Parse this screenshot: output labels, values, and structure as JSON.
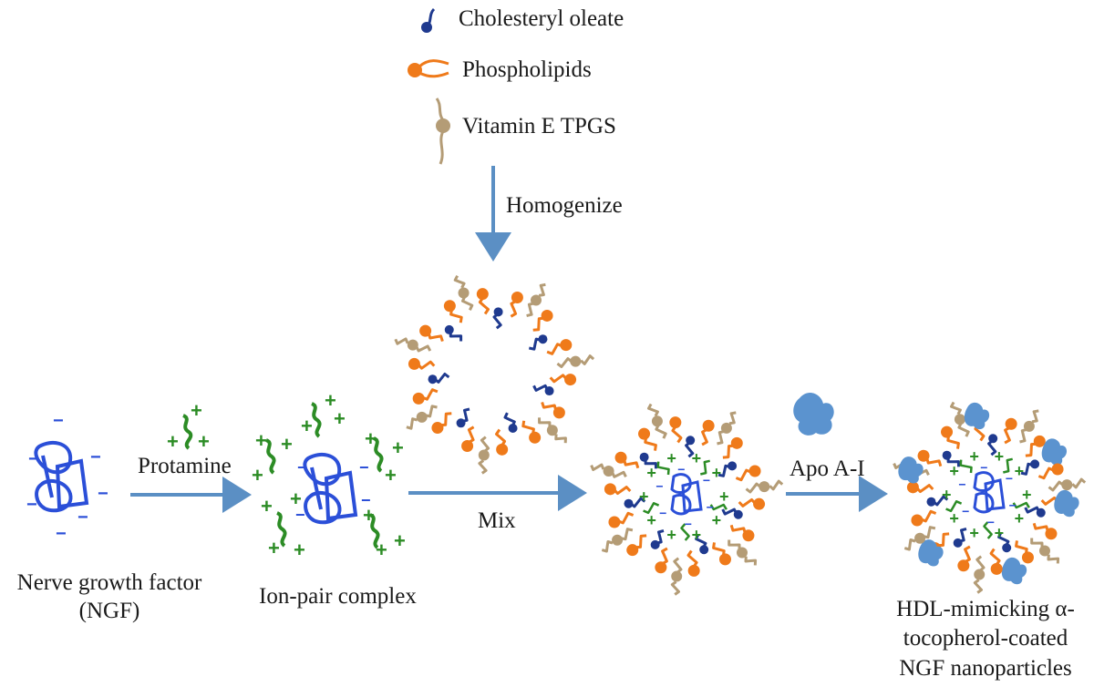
{
  "legend": [
    {
      "label": "Cholesteryl oleate",
      "icon": "cholesteryl-oleate-icon",
      "color": "#1f3a8f"
    },
    {
      "label": "Phospholipids",
      "icon": "phospholipid-icon",
      "color": "#ef7a1a"
    },
    {
      "label": "Vitamin E TPGS",
      "icon": "vitamin-e-tpgs-icon",
      "color": "#b49c76"
    }
  ],
  "steps": {
    "homogenize": "Homogenize",
    "protamine": "Protamine",
    "mix": "Mix",
    "apo": "Apo A-I"
  },
  "stages": {
    "ngf_line1": "Nerve growth factor",
    "ngf_line2": "(NGF)",
    "ion_pair": "Ion-pair complex",
    "final_line1": "HDL-mimicking α-",
    "final_line2": "tocopherol-coated",
    "final_line3": "NGF nanoparticles"
  },
  "colors": {
    "arrow": "#5b8fc4",
    "ngf": "#2b4fd8",
    "protamine": "#2c8c25",
    "cholesteryl": "#1f3a8f",
    "phospholipid": "#ef7a1a",
    "tpgs": "#b49c76",
    "apo": "#5b93cf"
  }
}
